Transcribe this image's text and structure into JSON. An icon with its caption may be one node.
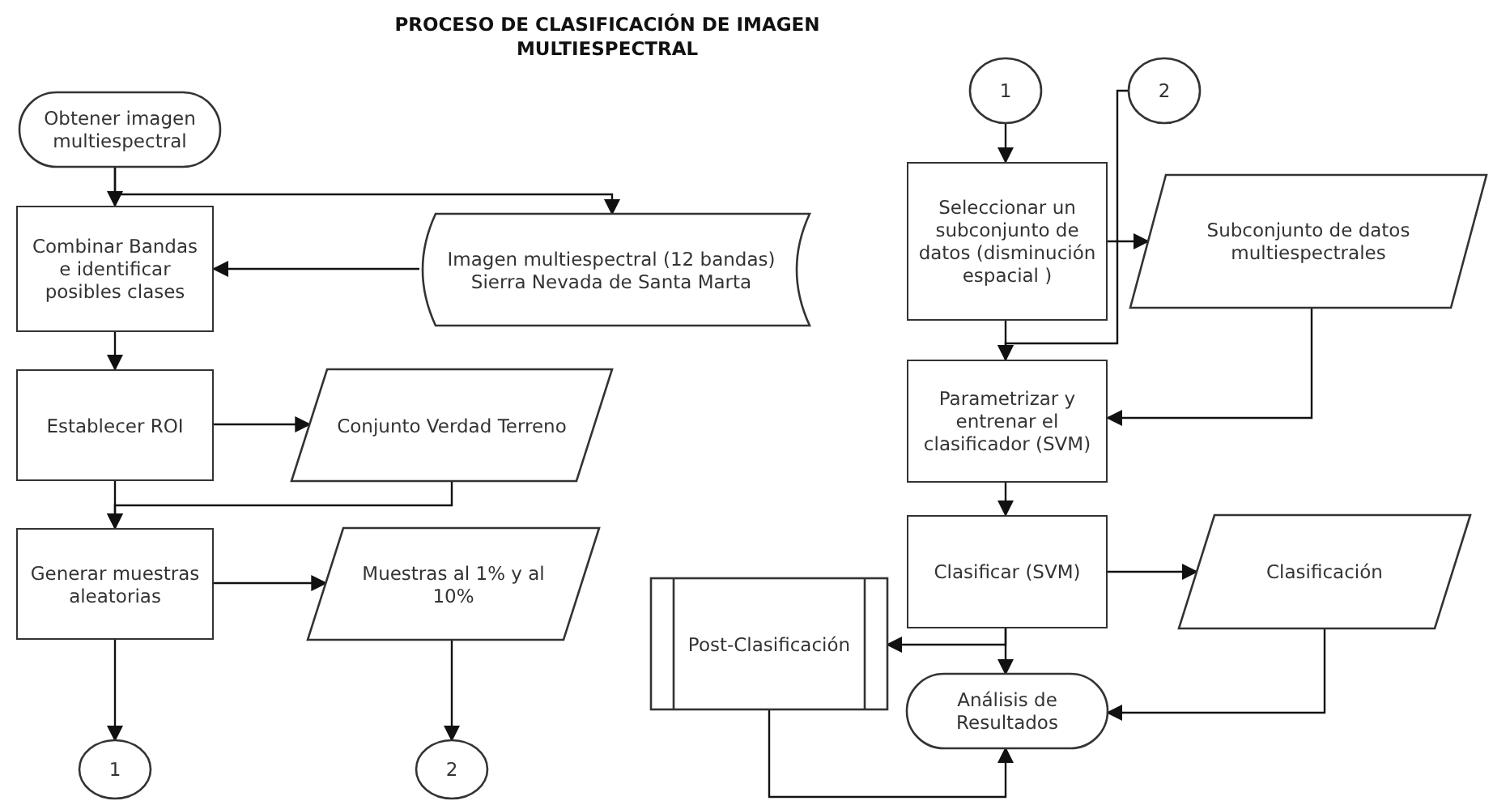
{
  "diagram": {
    "title": "PROCESO DE CLASIFICACIÓN DE IMAGEN MULTIESPECTRAL",
    "nodes": [
      {
        "text": [
          "Obtener imagen multiespectral"
        ]
      },
      {
        "text": [
          "Combinar Bandas e identificar posibles clases"
        ]
      },
      {
        "text": [
          "Imagen multiespectral (12 bandas) Sierra Nevada de Santa Marta"
        ]
      },
      {
        "text": [
          "Establecer ROI"
        ]
      },
      {
        "text": [
          "Conjunto Verdad Terreno"
        ]
      },
      {
        "text": [
          "Generar muestras aleatorias"
        ]
      },
      {
        "text": [
          "Muestras al 1% y al 10%"
        ]
      },
      {
        "text": [
          "1"
        ]
      },
      {
        "text": [
          "2"
        ]
      },
      {
        "text": [
          "1"
        ]
      },
      {
        "text": [
          "2"
        ]
      },
      {
        "text": [
          "Seleccionar un subconjunto de datos (disminución espacial )"
        ]
      },
      {
        "text": [
          "Subconjunto de datos multiespectrales"
        ]
      },
      {
        "text": [
          "Parametrizar y entrenar el clasificador (SVM)"
        ]
      },
      {
        "text": [
          "Clasificar (SVM)"
        ]
      },
      {
        "text": [
          "Clasificación"
        ]
      },
      {
        "text": [
          "Post-Clasificación"
        ]
      },
      {
        "text": [
          "Análisis de Resultados"
        ]
      }
    ],
    "edges": [
      {
        "from": 0,
        "to": 1,
        "arrow": "to"
      },
      {
        "from": 0,
        "to": 2,
        "arrow": "to"
      },
      {
        "from": 2,
        "to": 1,
        "arrow": "to"
      },
      {
        "from": 1,
        "to": 3,
        "arrow": "to"
      },
      {
        "from": 3,
        "to": 4,
        "arrow": "to"
      },
      {
        "from": 3,
        "to": 5,
        "arrow": "to"
      },
      {
        "from": 4,
        "to": 5,
        "arrow": "to"
      },
      {
        "from": 5,
        "to": 6,
        "arrow": "to"
      },
      {
        "from": 5,
        "to": 7,
        "arrow": "to"
      },
      {
        "from": 6,
        "to": 8,
        "arrow": "to"
      },
      {
        "from": 9,
        "to": 11,
        "arrow": "to"
      },
      {
        "from": 10,
        "to": 13,
        "arrow": "to"
      },
      {
        "from": 11,
        "to": 13,
        "arrow": "to"
      },
      {
        "from": 11,
        "to": 12,
        "arrow": "to"
      },
      {
        "from": 12,
        "to": 13,
        "arrow": "to"
      },
      {
        "from": 13,
        "to": 14,
        "arrow": "to"
      },
      {
        "from": 14,
        "to": 15,
        "arrow": "to"
      },
      {
        "from": 14,
        "to": 16,
        "arrow": "to"
      },
      {
        "from": 14,
        "to": 17,
        "arrow": "to"
      },
      {
        "from": 15,
        "to": 17,
        "arrow": "to"
      },
      {
        "from": 16,
        "to": 17,
        "arrow": "to"
      }
    ]
  }
}
